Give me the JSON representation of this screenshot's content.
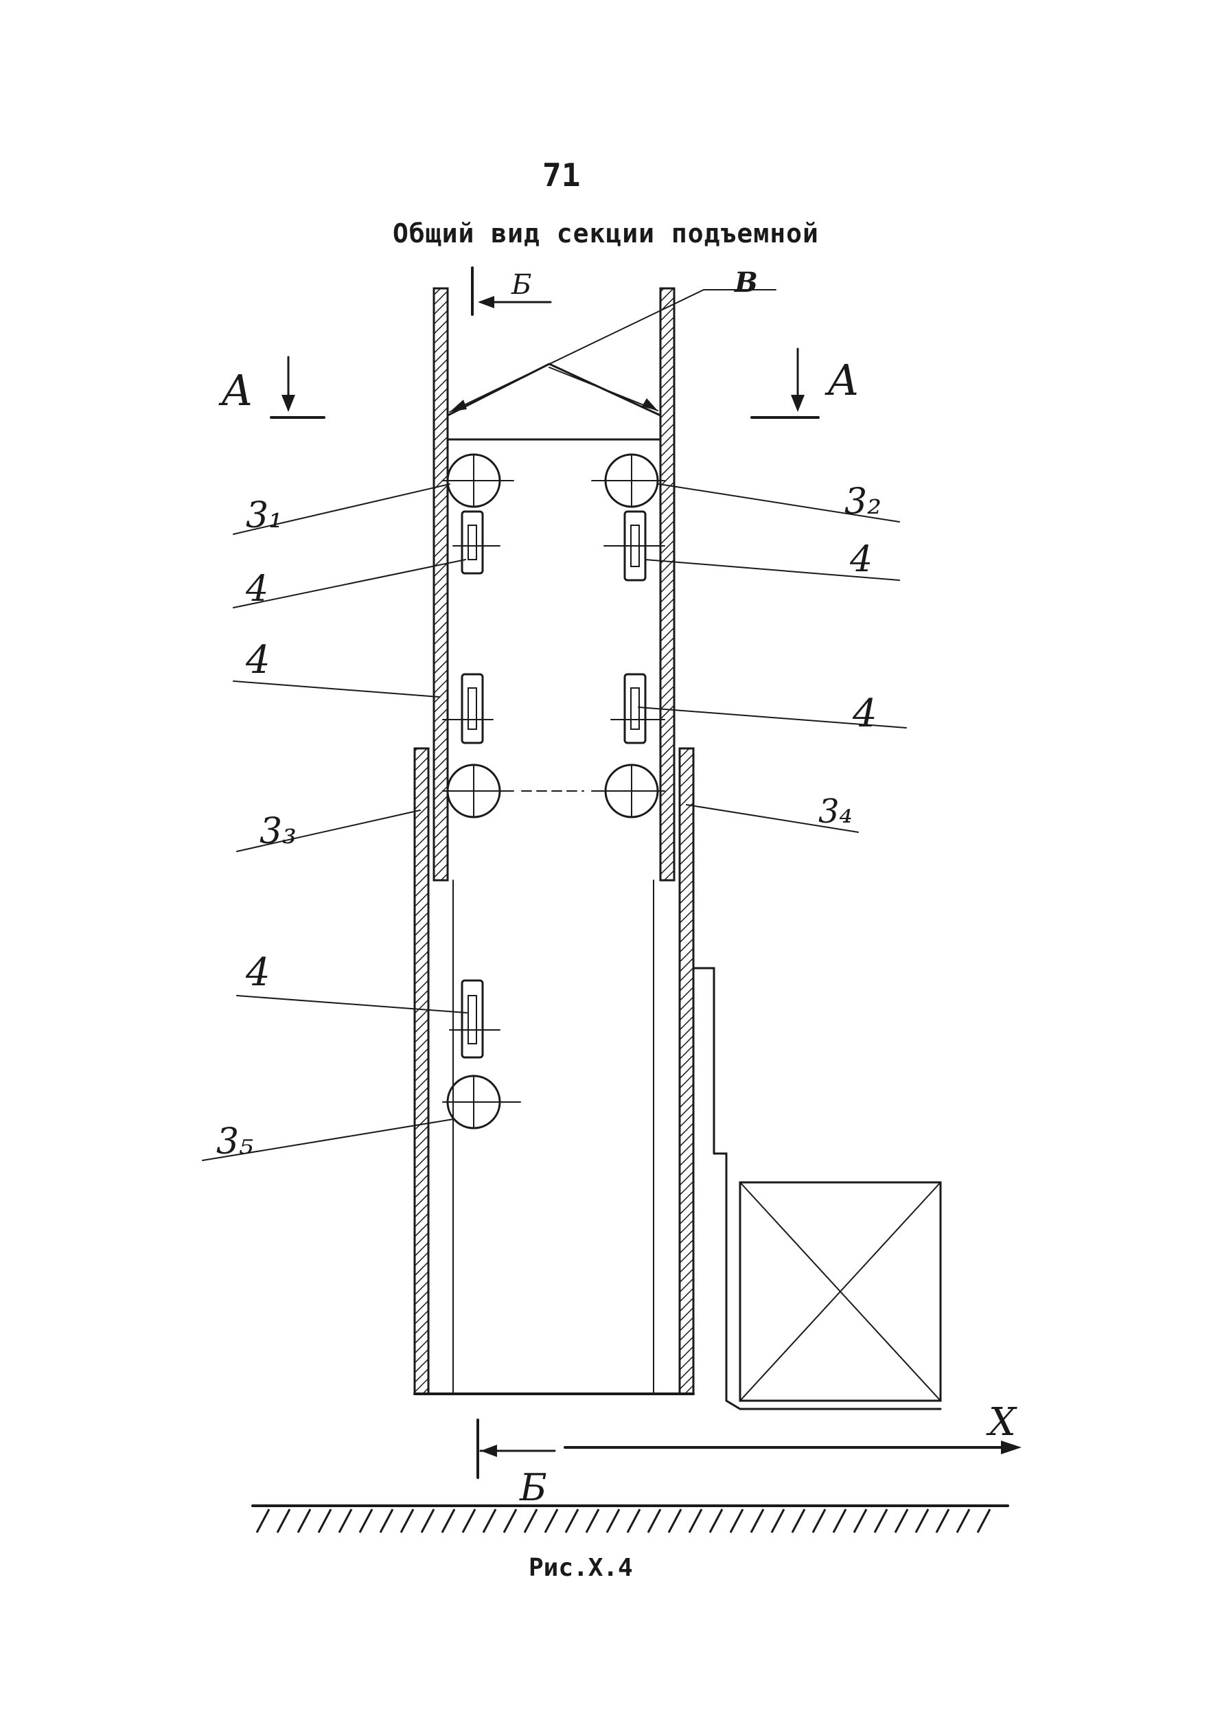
{
  "page_number": "71",
  "title": "Общий вид секции подъемной",
  "caption": "Рис.Х.4",
  "labels": {
    "view_a_left": "А",
    "view_a_right": "А",
    "view_b_top": "Б",
    "view_b_bottom": "Б",
    "detail_v": "В",
    "axis_x": "Х",
    "roller_3_1": "3₁",
    "roller_3_2": "3₂",
    "roller_3_3": "3₃",
    "roller_3_4": "3₄",
    "roller_3_5": "3₅",
    "bracket_4": "4"
  },
  "colors": {
    "ink": "#1a1a1a",
    "paper": "#ffffff"
  }
}
